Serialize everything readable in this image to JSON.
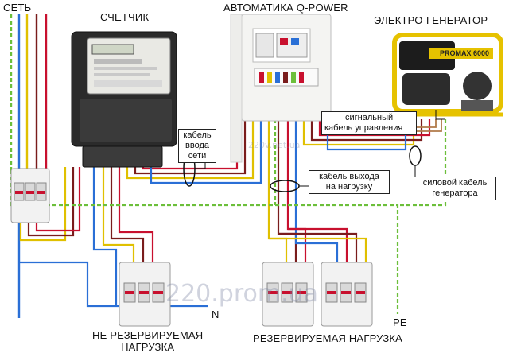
{
  "labels": {
    "grid": "СЕТЬ",
    "meter": "СЧЕТЧИК",
    "automation": "АВТОМАТИКА Q-POWER",
    "generator": "ЭЛЕКТРО-ГЕНЕРАТОР",
    "non_reserved_load_line1": "НЕ РЕЗЕРВИРУЕМАЯ",
    "non_reserved_load_line2": "НАГРУЗКА",
    "reserved_load": "РЕЗЕРВИРУЕМАЯ НАГРУЗКА",
    "neutral": "N",
    "protective_earth": "PE"
  },
  "callouts": {
    "input_cable_line1": "кабель",
    "input_cable_line2": "ввода",
    "input_cable_line3": "сети",
    "output_cable_line1": "кабель выхода",
    "output_cable_line2": "на нагрузку",
    "signal_cable_line1": "сигнальный",
    "signal_cable_line2": "кабель управления",
    "power_cable_line1": "силовой кабель",
    "power_cable_line2": "генератора"
  },
  "generator_brand": "PROMAX 6000",
  "watermarks": {
    "small": "220v.net.ua",
    "large": "220.prom.ua"
  },
  "wire_colors": {
    "L1": "#c8102e",
    "L2": "#7a1c1c",
    "L3": "#e0c000",
    "N": "#2a6fd6",
    "PE": "#6cbf3a",
    "signal": "#b07a4a"
  }
}
